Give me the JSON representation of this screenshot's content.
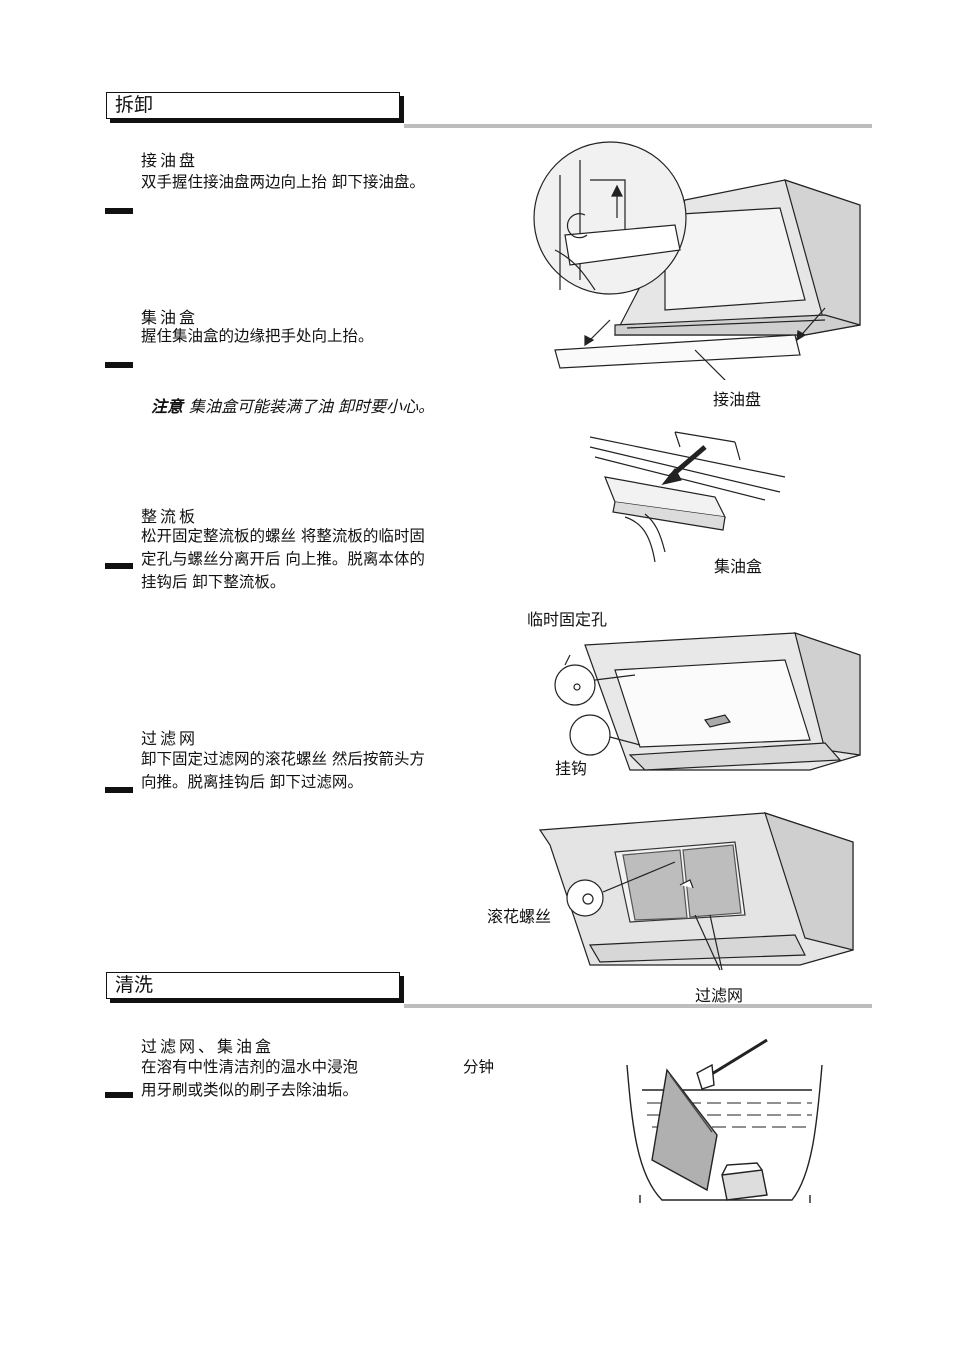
{
  "sections": {
    "remove": {
      "title": "拆卸"
    },
    "clean": {
      "title": "清洗"
    }
  },
  "items": {
    "drip_tray": {
      "title": "接油盘",
      "text": "双手握住接油盘两边向上抬 卸下接油盘。"
    },
    "oil_cup": {
      "title": "集油盒",
      "text": "握住集油盒的边缘把手处向上抬。"
    },
    "note": {
      "label": "注意",
      "text": "集油盒可能装满了油 卸时要小心。"
    },
    "baffle": {
      "title": "整流板",
      "lines": [
        "松开固定整流板的螺丝 将整流板的临时固",
        "定孔与螺丝分离开后 向上推。脱离本体的",
        "挂钩后 卸下整流板。"
      ]
    },
    "filter": {
      "title": "过滤网",
      "lines": [
        "卸下固定过滤网的滚花螺丝 然后按箭头方",
        "向推。脱离挂钩后 卸下过滤网。"
      ]
    },
    "clean_filter": {
      "title": "过滤网、集油盒",
      "line1_a": "在溶有中性清洁剂的温水中浸泡",
      "line1_b": "分钟",
      "line2": "用牙刷或类似的刷子去除油垢。"
    }
  },
  "figure_labels": {
    "drip_tray": "接油盘",
    "oil_cup": "集油盒",
    "temp_hole": "临时固定孔",
    "hook": "挂钩",
    "knurled_screw": "滚花螺丝",
    "filter": "过滤网"
  }
}
